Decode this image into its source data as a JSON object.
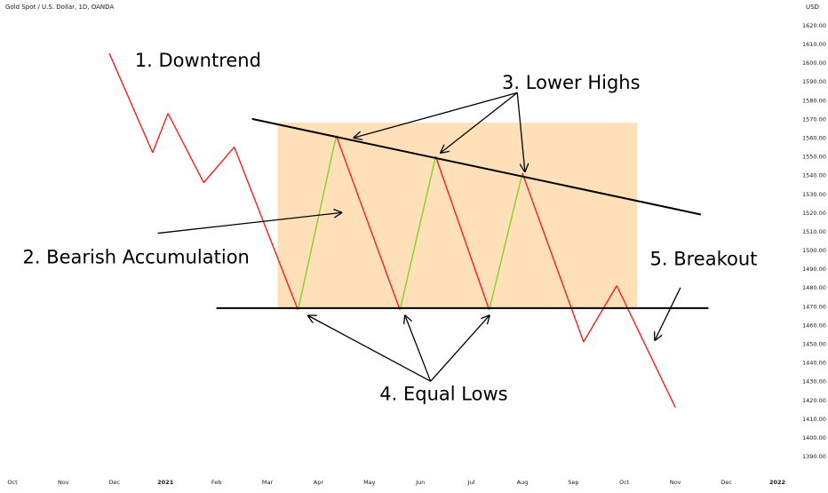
{
  "header": {
    "symbol": "Gold Spot / U.S. Dollar, 1D, OANDA",
    "currency": "USD"
  },
  "colors": {
    "down": "#ff1a1a",
    "up": "#7ed321",
    "zone": "#ffe0b8",
    "trendline": "#000000",
    "arrow": "#000000"
  },
  "chart_data": {
    "type": "line",
    "title": "",
    "xlabel": "",
    "ylabel": "",
    "ylim": [
      1386,
      1624
    ],
    "x_ticks": [
      "Oct",
      "Nov",
      "Dec",
      "2021",
      "Feb",
      "Mar",
      "Apr",
      "May",
      "Jun",
      "Jul",
      "Aug",
      "Sep",
      "Oct",
      "Nov",
      "Dec",
      "2022"
    ],
    "y_ticks": [
      1620,
      1610,
      1600,
      1590,
      1580,
      1570,
      1560,
      1550,
      1540,
      1530,
      1520,
      1510,
      1500,
      1490,
      1480,
      1470,
      1460,
      1450,
      1440,
      1430,
      1420,
      1410,
      1400,
      1390
    ],
    "y_tick_labels": [
      "1620.00",
      "1610.00",
      "1600.00",
      "1590.00",
      "1580.00",
      "1570.00",
      "1560.00",
      "1550.00",
      "1540.00",
      "1530.00",
      "1520.00",
      "1510.00",
      "1500.00",
      "1490.00",
      "1480.00",
      "1470.00",
      "1460.00",
      "1450.00",
      "1440.00",
      "1430.00",
      "1420.00",
      "1410.00",
      "1400.00",
      "1390.00"
    ],
    "price_path": [
      {
        "x": 1.9,
        "y": 1605,
        "dir": "down"
      },
      {
        "x": 2.75,
        "y": 1552,
        "dir": "down"
      },
      {
        "x": 3.05,
        "y": 1573,
        "dir": "down"
      },
      {
        "x": 3.75,
        "y": 1536,
        "dir": "down"
      },
      {
        "x": 4.35,
        "y": 1555,
        "dir": "down"
      },
      {
        "x": 5.6,
        "y": 1468,
        "dir": "up"
      },
      {
        "x": 6.35,
        "y": 1561,
        "dir": "down"
      },
      {
        "x": 7.6,
        "y": 1468,
        "dir": "up"
      },
      {
        "x": 8.3,
        "y": 1550,
        "dir": "down"
      },
      {
        "x": 9.35,
        "y": 1468,
        "dir": "up"
      },
      {
        "x": 10.0,
        "y": 1541,
        "dir": "down"
      },
      {
        "x": 11.2,
        "y": 1451,
        "dir": "down"
      },
      {
        "x": 11.85,
        "y": 1481,
        "dir": "down"
      },
      {
        "x": 13.0,
        "y": 1416,
        "dir": null
      }
    ],
    "zone": {
      "x_start": 5.2,
      "x_end": 12.25,
      "y_low": 1469,
      "y_high": 1568
    },
    "trendlines": [
      {
        "name": "resistance",
        "x1": 4.7,
        "y1": 1570,
        "x2": 13.5,
        "y2": 1519
      },
      {
        "name": "support",
        "x1": 4.0,
        "y1": 1469,
        "x2": 13.65,
        "y2": 1469
      }
    ],
    "annotations": [
      {
        "text": "1. Downtrend",
        "x": 2.4,
        "y": 1598
      },
      {
        "text": "2. Bearish Accumulation",
        "x": 0.2,
        "y": 1493
      },
      {
        "text": "3. Lower Highs",
        "x": 9.6,
        "y": 1586
      },
      {
        "text": "4. Equal Lows",
        "x": 7.2,
        "y": 1420
      },
      {
        "text": "5. Breakout",
        "x": 12.5,
        "y": 1492
      }
    ],
    "arrows": [
      {
        "from": [
          9.9,
          1584
        ],
        "to": [
          6.7,
          1560
        ]
      },
      {
        "from": [
          9.9,
          1584
        ],
        "to": [
          8.4,
          1552
        ]
      },
      {
        "from": [
          9.9,
          1584
        ],
        "to": [
          10.05,
          1542
        ]
      },
      {
        "from": [
          2.85,
          1509
        ],
        "to": [
          6.45,
          1520
        ]
      },
      {
        "from": [
          8.2,
          1430
        ],
        "to": [
          5.8,
          1465
        ]
      },
      {
        "from": [
          8.2,
          1430
        ],
        "to": [
          7.7,
          1465
        ]
      },
      {
        "from": [
          8.2,
          1430
        ],
        "to": [
          9.35,
          1465
        ]
      },
      {
        "from": [
          13.1,
          1480
        ],
        "to": [
          12.6,
          1452
        ]
      }
    ]
  }
}
